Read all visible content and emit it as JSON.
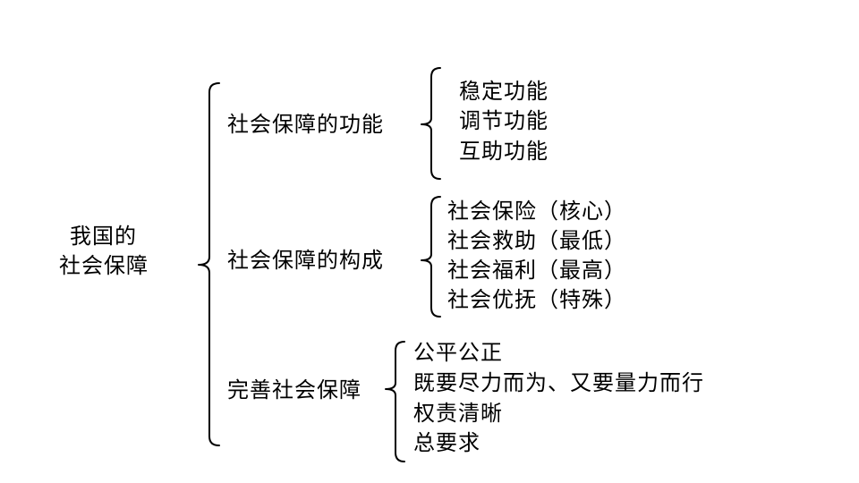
{
  "root": {
    "line1": "我国的",
    "line2": "社会保障"
  },
  "branches": [
    {
      "label": "社会保障的功能",
      "items": [
        "稳定功能",
        "调节功能",
        "互助功能"
      ]
    },
    {
      "label": "社会保障的构成",
      "items": [
        "社会保险（核心）",
        "社会救助（最低）",
        "社会福利（最高）",
        "社会优抚（特殊）"
      ]
    },
    {
      "label": "完善社会保障",
      "items": [
        "公平公正",
        "既要尽力而为、又要量力而行",
        "权责清晰",
        "总要求"
      ]
    }
  ]
}
